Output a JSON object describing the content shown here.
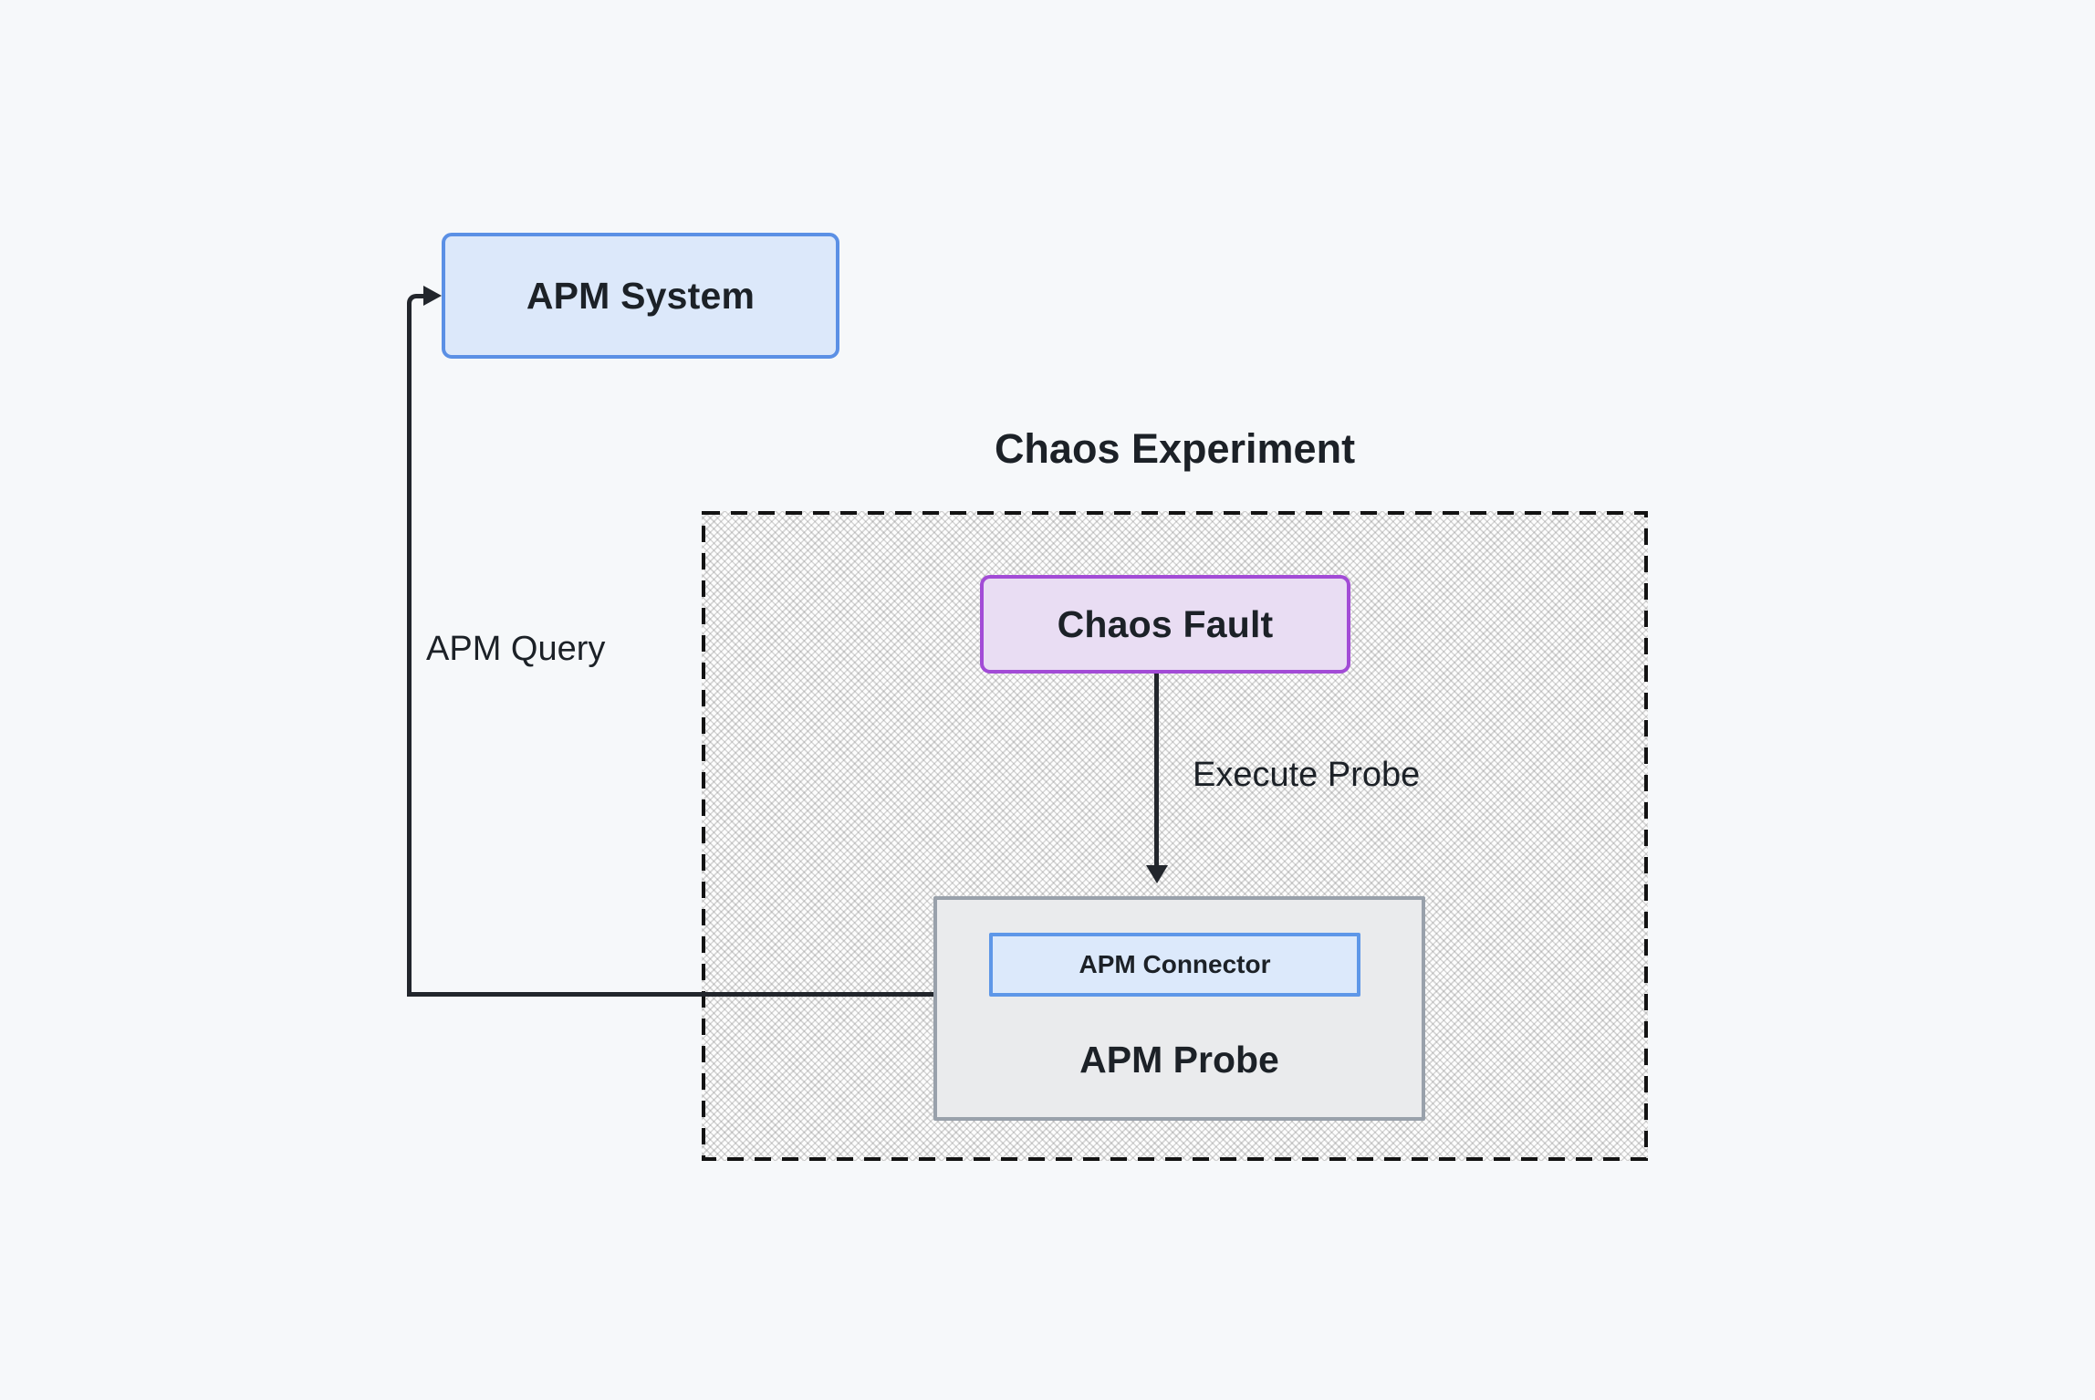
{
  "diagram": {
    "background_color": "#f6f8fa",
    "text_color": "#1c2127",
    "nodes": {
      "apm_system": {
        "label": "APM System",
        "fill": "#dce8fa",
        "border_color": "#5b90e5"
      },
      "chaos_fault": {
        "label": "Chaos Fault",
        "fill": "#e9ddf3",
        "border_color": "#a24bd6"
      },
      "apm_probe": {
        "label": "APM Probe",
        "fill": "#eaebed",
        "border_color": "#99a1ab"
      },
      "apm_connector": {
        "label": "APM Connector",
        "fill": "#dcE9fb",
        "border_color": "#5e97e8"
      }
    },
    "group": {
      "chaos_experiment": {
        "label": "Chaos Experiment",
        "border_color": "#131313",
        "border_style": "dashed"
      }
    },
    "edges": {
      "apm_query": {
        "label": "APM Query",
        "from": "APM Probe",
        "to": "APM System",
        "color": "#22262c"
      },
      "execute_probe": {
        "label": "Execute Probe",
        "from": "Chaos Fault",
        "to": "APM Probe",
        "color": "#22262c"
      }
    }
  }
}
